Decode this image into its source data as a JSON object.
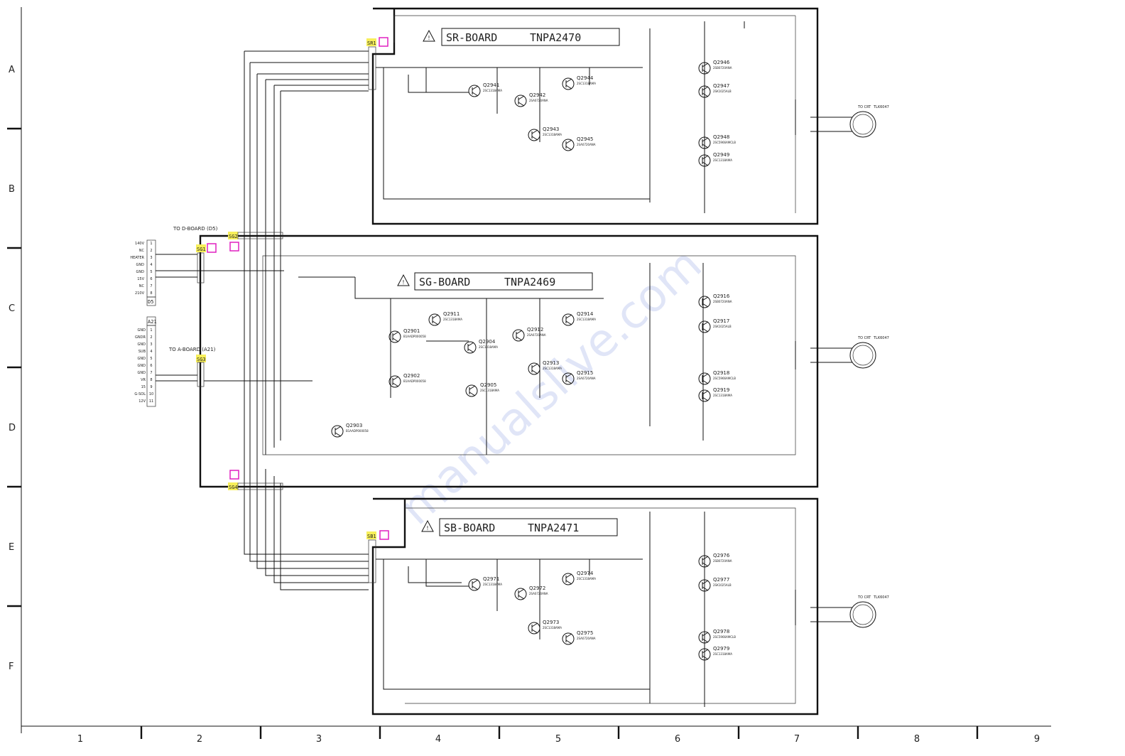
{
  "grid": {
    "rows": [
      "A",
      "B",
      "C",
      "D",
      "E",
      "F"
    ],
    "cols": [
      "1",
      "2",
      "3",
      "4",
      "5",
      "6",
      "7",
      "8",
      "9"
    ]
  },
  "boards": {
    "sr": {
      "title": "SR-BOARD",
      "part": "TNPA2470",
      "conn": "SR1",
      "transistors": [
        {
          "ref": "Q2941",
          "type": "2SC1318AMA"
        },
        {
          "ref": "Q2942",
          "type": "2SA0720ANA"
        },
        {
          "ref": "Q2943",
          "type": "2SC1318AMA"
        },
        {
          "ref": "Q2944",
          "type": "2SC1318AMA"
        },
        {
          "ref": "Q2945",
          "type": "2SA0720ANA"
        },
        {
          "ref": "Q2946",
          "type": "2SB0720ANA"
        },
        {
          "ref": "Q2947",
          "type": "2SK1025ALB"
        },
        {
          "ref": "Q2948",
          "type": "2SC5966AMCLB"
        },
        {
          "ref": "Q2949",
          "type": "2SC1318AMA"
        }
      ]
    },
    "sg": {
      "title": "SG-BOARD",
      "part": "TNPA2469",
      "conn": "SG1",
      "transistors": [
        {
          "ref": "Q2911",
          "type": "2SC1318AMA"
        },
        {
          "ref": "Q2901",
          "type": "B1AADP000058"
        },
        {
          "ref": "Q2904",
          "type": "2SC1318AMA"
        },
        {
          "ref": "Q2905",
          "type": "2SC1318AMA"
        },
        {
          "ref": "Q2912",
          "type": "2SA0720ANA"
        },
        {
          "ref": "Q2914",
          "type": "2SC1318AMA"
        },
        {
          "ref": "Q2913",
          "type": "2SC1318AMA"
        },
        {
          "ref": "Q2915",
          "type": "2SA0720ANA"
        },
        {
          "ref": "Q2902",
          "type": "B1AADP000058"
        },
        {
          "ref": "Q2903",
          "type": "B1AADP000058"
        },
        {
          "ref": "Q2916",
          "type": "2SB0720ANA"
        },
        {
          "ref": "Q2917",
          "type": "2SK1025ALB"
        },
        {
          "ref": "Q2918",
          "type": "2SC5966AMCLB"
        },
        {
          "ref": "Q2919",
          "type": "2SC1318AMA"
        }
      ]
    },
    "sb": {
      "title": "SB-BOARD",
      "part": "TNPA2471",
      "conn": "SB1",
      "transistors": [
        {
          "ref": "Q2971",
          "type": "2SC1318AMA"
        },
        {
          "ref": "Q2972",
          "type": "2SA0720ANA"
        },
        {
          "ref": "Q2973",
          "type": "2SC1318AMA"
        },
        {
          "ref": "Q2974",
          "type": "2SC1318AMA"
        },
        {
          "ref": "Q2975",
          "type": "2SA0720ANA"
        },
        {
          "ref": "Q2976",
          "type": "2SB0720ANA"
        },
        {
          "ref": "Q2977",
          "type": "2SK1025ALB"
        },
        {
          "ref": "Q2978",
          "type": "2SC5966AMCLB"
        },
        {
          "ref": "Q2979",
          "type": "2SC1318AMA"
        }
      ]
    }
  },
  "connectors": {
    "sg2": "SG2",
    "sg3": "SG3",
    "sg4": "SG4",
    "d5": "D5",
    "a21": "A21",
    "to_d_board": "TO D-BOARD (D5)",
    "to_a_board": "TO A-BOARD (A21)"
  },
  "d5_pins": [
    "140V",
    "NC",
    "HEATER",
    "GND",
    "GND",
    "15V",
    "NC",
    "210V"
  ],
  "a21_pins": [
    "GND",
    "GNDR",
    "GND",
    "SUB",
    "GND",
    "GND",
    "GND",
    "VR",
    "15",
    "G-SOL",
    "12V"
  ],
  "crt": {
    "label": "TO CRT",
    "part": "TLK6047"
  },
  "misc": {
    "v140": "140V",
    "v15": "15V",
    "v210": "210V",
    "gnd": "GND",
    "wm": "manualslive.com"
  }
}
